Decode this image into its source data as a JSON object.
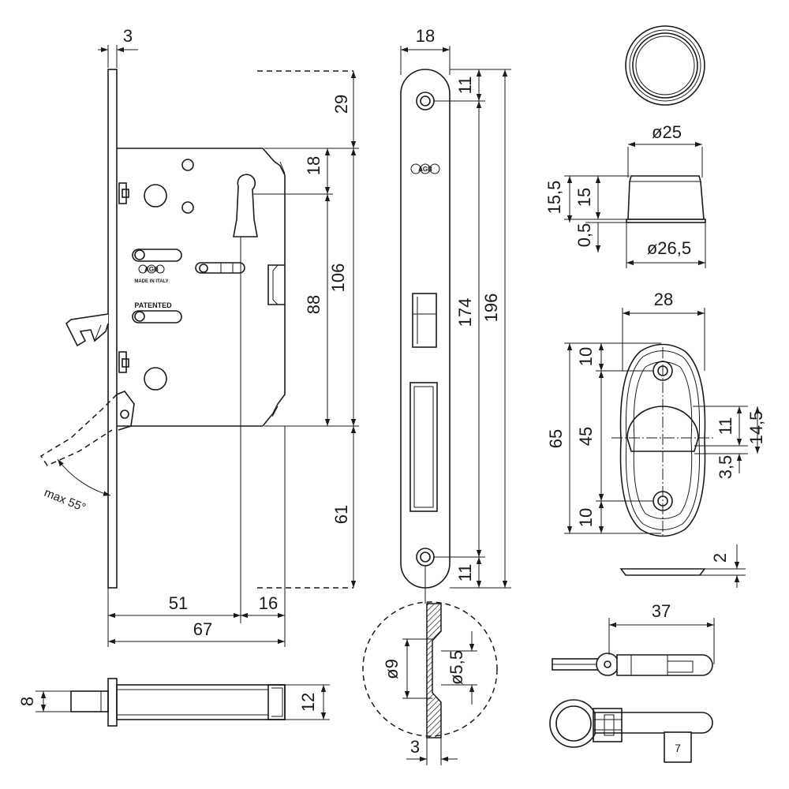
{
  "dimensions": {
    "faceplate_thickness": "3",
    "top_offset": "29",
    "keyhole_offset": "18",
    "case_height": "106",
    "handle_to_key": "88",
    "bottom_offset": "61",
    "backset": "51",
    "case_depth_extra": "16",
    "total_depth": "67",
    "faceplate_width": "18",
    "screw_offset_top": "11",
    "screw_offset_bottom": "11",
    "screw_spacing": "174",
    "faceplate_height": "196",
    "bolt_length": "8",
    "bolt_height": "12",
    "countersink_dia": "ø9",
    "hole_dia": "ø5,5",
    "detail_thickness": "3",
    "rosette_dia_top": "ø25",
    "rosette_dia_base": "ø26,5",
    "rosette_height": "15,5",
    "rosette_body": "15",
    "rosette_base": "0,5",
    "escutcheon_width": "28",
    "escutcheon_height": "65",
    "escutcheon_hole_spacing": "45",
    "escutcheon_top": "10",
    "escutcheon_bottom": "10",
    "escutcheon_keyhole": "11",
    "escutcheon_keyhole_total": "14,5",
    "escutcheon_offset": "3,5",
    "escutcheon_thickness": "2",
    "key_length": "37"
  },
  "labels": {
    "brand_lock": "AGB",
    "made_in": "MADE IN ITALY",
    "patented": "PATENTED",
    "brand_plate": "AGB",
    "angle_note": "max 55°",
    "key_tag": "7"
  }
}
